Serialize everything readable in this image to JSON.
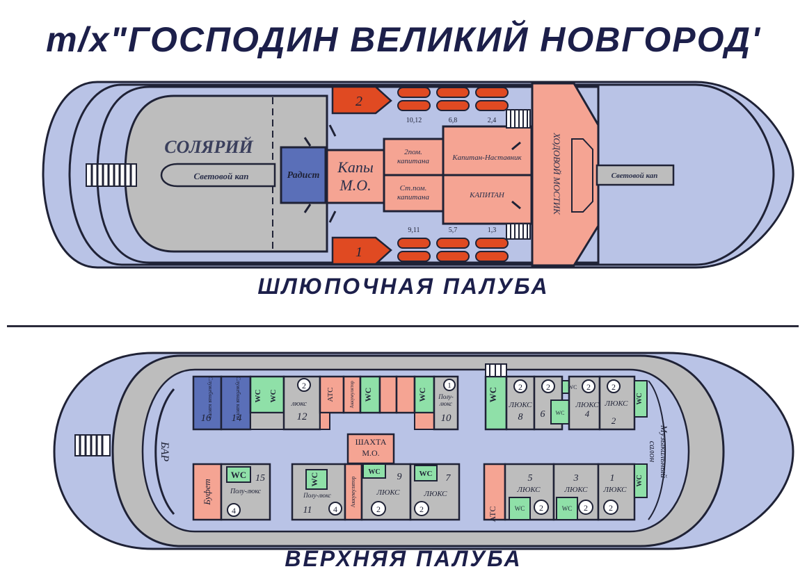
{
  "title": "т/х\"ГОСПОДИН ВЕЛИКИЙ НОВГОРОД'",
  "colors": {
    "sea_blue": "#b9c3e6",
    "deck_grey": "#bdbdbd",
    "salmon": "#f5a493",
    "boat_red": "#e04a22",
    "green": "#8fe0a8",
    "navy": "#5a6fb8",
    "outline": "#1f2236"
  },
  "boat_deck": {
    "title": "ШЛЮПОЧНАЯ ПАЛУБА",
    "solarium": "СОЛЯРИЙ",
    "skylight_left": "Световой кап",
    "skylight_right": "Световой кап",
    "radio_operator": "Радист",
    "engine_casing": "Капы\nМ.О.",
    "second_mate": "2пом.\nкапитана",
    "chief_mate": "Ст.пом.\nкапитана",
    "captain_mentor": "Капитан-Наставник",
    "captain": "КАПИТАН",
    "wheelhouse": "ХОДОВОЙ МОСТИК",
    "boat_2": "2",
    "boat_1": "1",
    "raft_labels_top": [
      "10,12",
      "6,8",
      "2,4"
    ],
    "raft_labels_bottom": [
      "9,11",
      "5,7",
      "1,3"
    ]
  },
  "upper_deck": {
    "title": "ВЕРХНЯЯ ПАЛУБА",
    "bar": "БАР",
    "buffet": "Буфет",
    "service_1": "Служебная\nкаюта",
    "service_2": "Служебная\nкаюта",
    "cab16": "16",
    "cab14": "14",
    "cab12": "12",
    "cab12_type": "люкс",
    "cab12_beds": "2",
    "cab10": "10",
    "cab10_type": "Полу-\nлюкс",
    "cab10_beds": "1",
    "cab15": "15",
    "cab15_type": "Полу-люкс",
    "cab15_beds": "4",
    "cab11": "11",
    "cab11_type": "Полу-люкс",
    "cab11_beds": "4",
    "cab9": "9",
    "cab9_type": "ЛЮКС",
    "cab9_beds": "2",
    "cab7": "7",
    "cab7_type": "ЛЮКС",
    "cab7_beds": "2",
    "cab8": "8",
    "cab8_type": "ЛЮКС",
    "cab8_beds": "2",
    "cab6": "6",
    "cab6_beds": "2",
    "cab4": "4",
    "cab4_type": "ЛЮКС",
    "cab4_beds": "2",
    "cab2": "2",
    "cab2_type": "ЛЮКС",
    "cab2_beds": "2",
    "cab5": "5",
    "cab5_type": "ЛЮКС",
    "cab5_beds": "2",
    "cab3": "3",
    "cab3_type": "ЛЮКС",
    "cab3_beds": "2",
    "cab1": "1",
    "cab1_type": "ЛЮКС",
    "cab1_beds": "2",
    "wc": "WC",
    "shaft": "ШАХТА\nМ.О.",
    "atp": "АТС",
    "atc_left": "АТС",
    "accum": "Аккумулятор",
    "accum2": "Аккумулятор",
    "music_salon": "Музыкальный\nсалон"
  }
}
